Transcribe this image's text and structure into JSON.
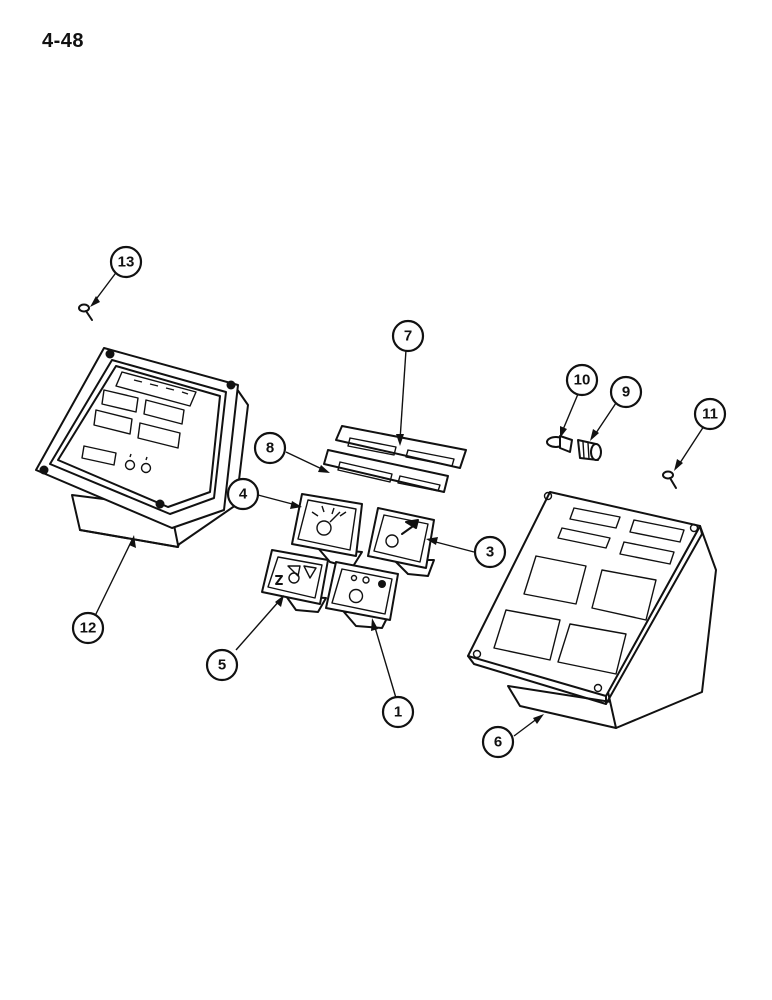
{
  "page_number": "4-48",
  "callouts": {
    "c1": "1",
    "c3": "3",
    "c4": "4",
    "c5": "5",
    "c6": "6",
    "c7": "7",
    "c8": "8",
    "c9": "9",
    "c10": "10",
    "c11": "11",
    "c12": "12",
    "c13": "13"
  }
}
